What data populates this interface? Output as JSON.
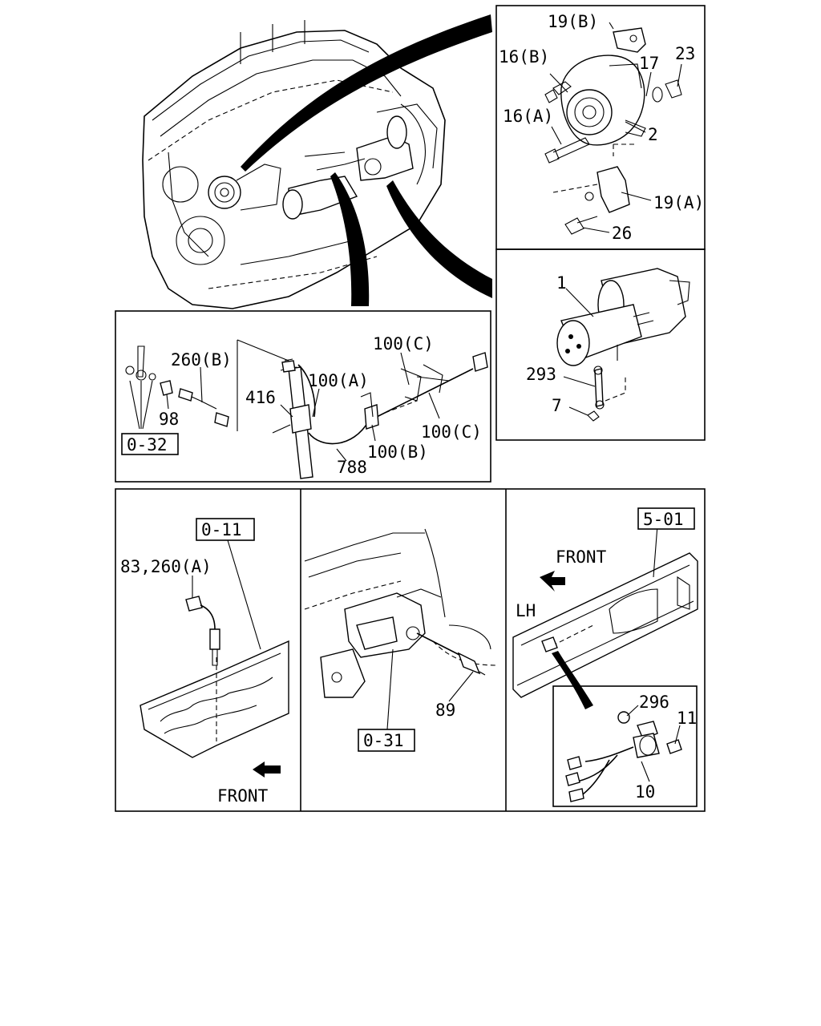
{
  "callouts": {
    "p19b": "19(B)",
    "p16b": "16(B)",
    "p17": "17",
    "p23": "23",
    "p16a": "16(A)",
    "p2": "2",
    "p19a": "19(A)",
    "p26": "26",
    "p1": "1",
    "p293": "293",
    "p7": "7",
    "p260b": "260(B)",
    "p100c_top": "100(C)",
    "p100a": "100(A)",
    "p416": "416",
    "p98": "98",
    "p100c_right": "100(C)",
    "p100b": "100(B)",
    "p788": "788",
    "p83_260a": "83,260(A)",
    "p89": "89",
    "p296": "296",
    "p11": "11",
    "p10": "10"
  },
  "references": {
    "ref_0_32": "0-32",
    "ref_0_11": "0-11",
    "ref_0_31": "0-31",
    "ref_5_01": "5-01"
  },
  "labels": {
    "front_chassis": "FRONT",
    "front_head": "FRONT",
    "lh": "LH"
  }
}
